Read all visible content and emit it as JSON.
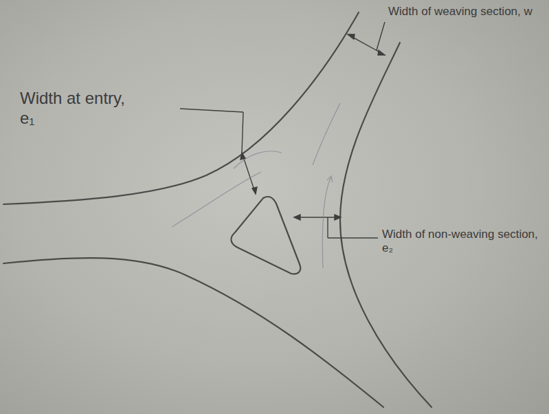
{
  "diagram": {
    "labels": [
      "Width at entry, e₁",
      "Width of weaving section, w",
      "Width of non-weaving section, e₂"
    ]
  }
}
